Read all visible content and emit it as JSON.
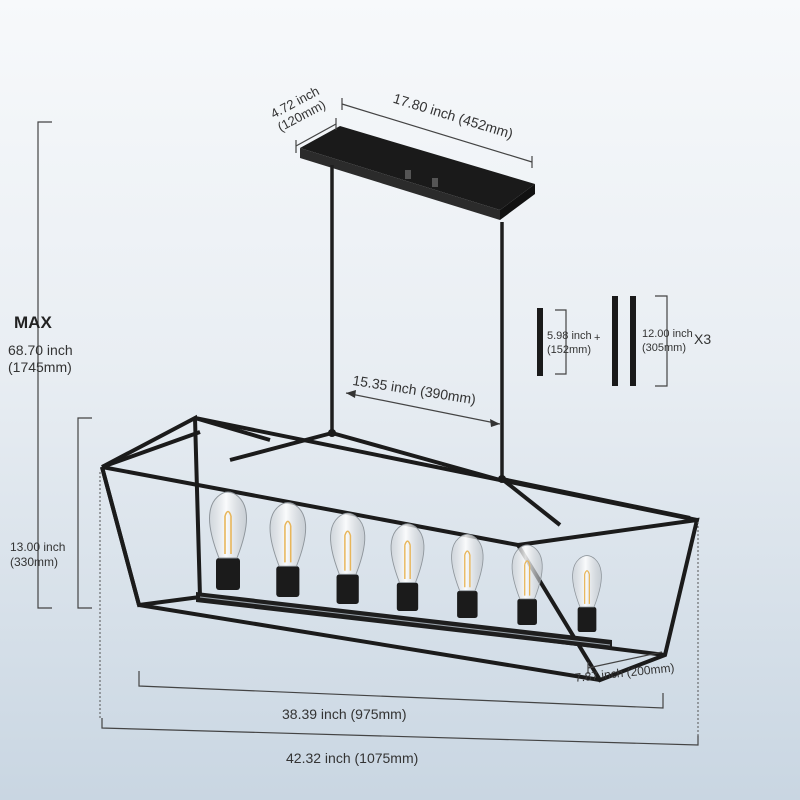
{
  "dimensions": {
    "max_label": "MAX",
    "max_height_in": "68.70 inch",
    "max_height_mm": "(1745mm)",
    "canopy_width_in": "4.72 inch",
    "canopy_width_mm": "(120mm)",
    "canopy_length": "17.80 inch (452mm)",
    "rod_spacing": "15.35 inch (390mm)",
    "rod_short_in": "5.98 inch",
    "rod_short_mm": "(152mm)",
    "rod_long_in": "12.00 inch",
    "rod_long_mm": "(305mm)",
    "rod_long_qty": "X3",
    "rod_plus": "+",
    "frame_height_in": "13.00 inch",
    "frame_height_mm": "(330mm)",
    "frame_depth": "7.87 inch (200mm)",
    "inner_length": "38.39 inch (975mm)",
    "overall_length": "42.32 inch (1075mm)"
  },
  "product": {
    "bulb_count": 7,
    "finish_color": "#1b1b1b",
    "bulb_glow_color": "#e8b65a"
  }
}
